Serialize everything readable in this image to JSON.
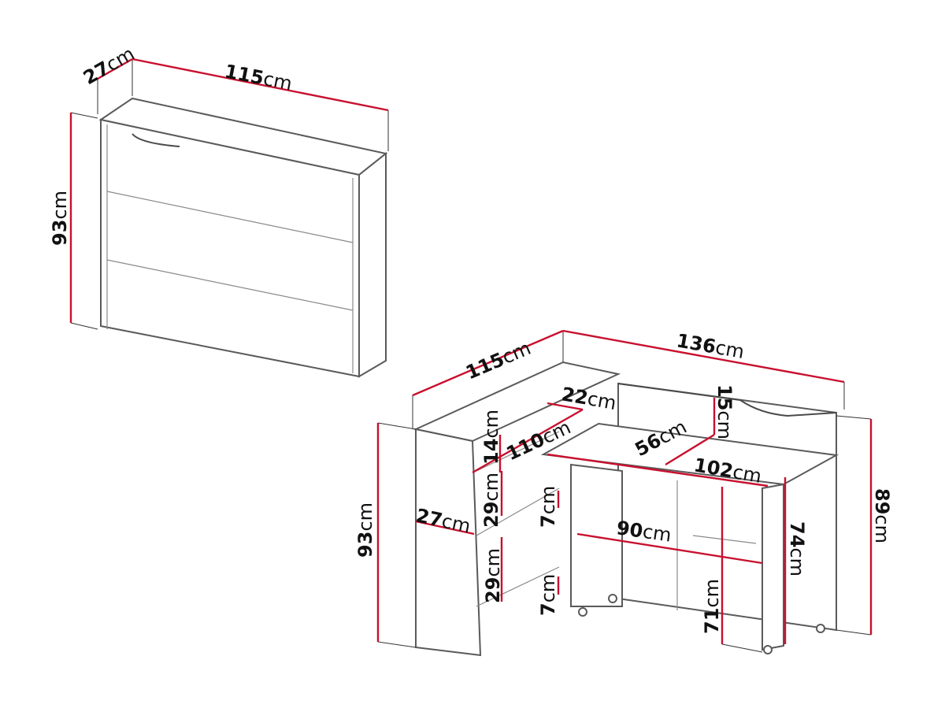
{
  "colors": {
    "dimension_line": "#c8102e",
    "outline": "#4a4a4a",
    "background": "#ffffff",
    "text": "#111111"
  },
  "closed_view": {
    "depth": {
      "value": "27",
      "unit": "cm"
    },
    "width": {
      "value": "115",
      "unit": "cm"
    },
    "height": {
      "value": "93",
      "unit": "cm"
    }
  },
  "open_view": {
    "total_depth": {
      "value": "115",
      "unit": "cm"
    },
    "total_width": {
      "value": "136",
      "unit": "cm"
    },
    "shelf_depth": {
      "value": "22",
      "unit": "cm"
    },
    "shelf_width": {
      "value": "110",
      "unit": "cm"
    },
    "back_height": {
      "value": "15",
      "unit": "cm"
    },
    "top_shelf_height": {
      "value": "14",
      "unit": "cm"
    },
    "desk_depth": {
      "value": "56",
      "unit": "cm"
    },
    "desk_width": {
      "value": "102",
      "unit": "cm"
    },
    "cabinet_depth": {
      "value": "27",
      "unit": "cm"
    },
    "cabinet_height": {
      "value": "93",
      "unit": "cm"
    },
    "upper_compartment": {
      "value": "29",
      "unit": "cm"
    },
    "lower_compartment": {
      "value": "29",
      "unit": "cm"
    },
    "upper_gap": {
      "value": "7",
      "unit": "cm"
    },
    "lower_gap": {
      "value": "7",
      "unit": "cm"
    },
    "leg_span": {
      "value": "90",
      "unit": "cm"
    },
    "desk_height": {
      "value": "74",
      "unit": "cm"
    },
    "knee_clearance": {
      "value": "71",
      "unit": "cm"
    },
    "unit_height": {
      "value": "89",
      "unit": "cm"
    }
  }
}
